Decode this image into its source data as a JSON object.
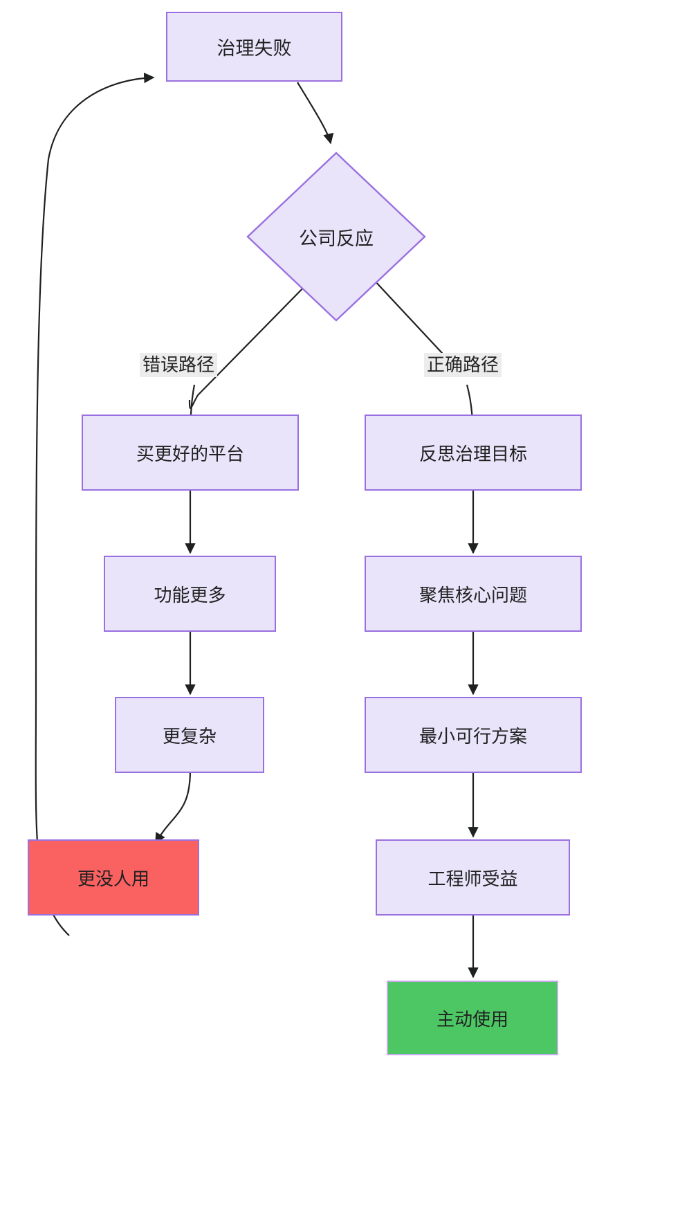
{
  "diagram": {
    "type": "flowchart",
    "direction": "top-down",
    "title_node": "治理失败",
    "nodes": [
      {
        "id": "n1",
        "label": "治理失败",
        "shape": "rect",
        "style": "process"
      },
      {
        "id": "n2",
        "label": "公司反应",
        "shape": "diamond",
        "style": "decision"
      },
      {
        "id": "n3",
        "label": "买更好的平台",
        "shape": "rect",
        "style": "process"
      },
      {
        "id": "n4",
        "label": "功能更多",
        "shape": "rect",
        "style": "process"
      },
      {
        "id": "n5",
        "label": "更复杂",
        "shape": "rect",
        "style": "process"
      },
      {
        "id": "n6",
        "label": "更没人用",
        "shape": "rect",
        "style": "terminal-bad"
      },
      {
        "id": "n7",
        "label": "反思治理目标",
        "shape": "rect",
        "style": "process"
      },
      {
        "id": "n8",
        "label": "聚焦核心问题",
        "shape": "rect",
        "style": "process"
      },
      {
        "id": "n9",
        "label": "最小可行方案",
        "shape": "rect",
        "style": "process"
      },
      {
        "id": "n10",
        "label": "工程师受益",
        "shape": "rect",
        "style": "process"
      },
      {
        "id": "n11",
        "label": "主动使用",
        "shape": "rect",
        "style": "terminal-good"
      }
    ],
    "edges": [
      {
        "from": "n1",
        "to": "n2",
        "label": ""
      },
      {
        "from": "n2",
        "to": "n3",
        "label": "错误路径"
      },
      {
        "from": "n2",
        "to": "n7",
        "label": "正确路径"
      },
      {
        "from": "n3",
        "to": "n4",
        "label": ""
      },
      {
        "from": "n4",
        "to": "n5",
        "label": ""
      },
      {
        "from": "n5",
        "to": "n6",
        "label": ""
      },
      {
        "from": "n6",
        "to": "n1",
        "label": ""
      },
      {
        "from": "n7",
        "to": "n8",
        "label": ""
      },
      {
        "from": "n8",
        "to": "n9",
        "label": ""
      },
      {
        "from": "n9",
        "to": "n10",
        "label": ""
      },
      {
        "from": "n10",
        "to": "n11",
        "label": ""
      }
    ],
    "edge_labels": {
      "wrong_path": "错误路径",
      "right_path": "正确路径"
    },
    "colors": {
      "process_fill": "#E9E4FA",
      "process_border": "#9A70E0",
      "terminal_bad_fill": "#FA6161",
      "terminal_good_fill": "#4DC764",
      "edge_stroke": "#1f2020",
      "edge_label_bg": "#ECECEC",
      "text": "#1f2020",
      "background": "#FFFFFF"
    }
  }
}
